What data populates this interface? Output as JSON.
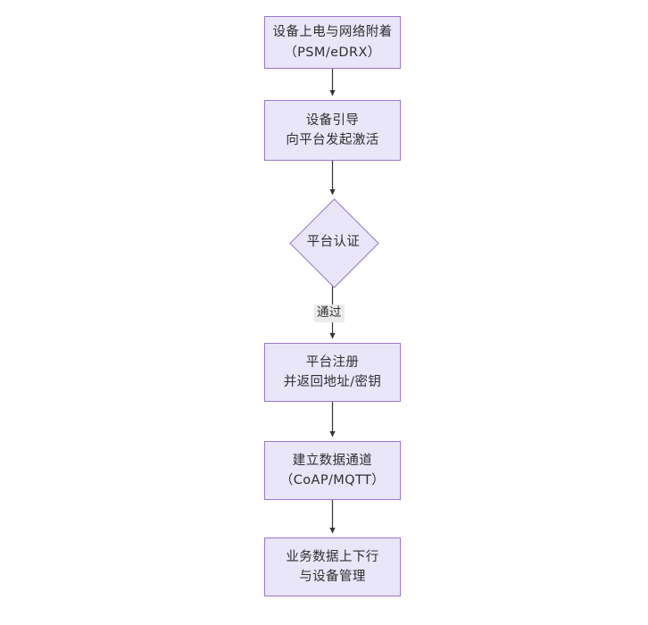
{
  "diagram": {
    "type": "flowchart",
    "orientation": "top-to-bottom",
    "background_color": "#ffffff",
    "node_fill_color": "#e9e6fa",
    "node_border_color": "#9a77cf",
    "edge_color": "#333333",
    "text_color": "#2f2f2f",
    "edge_label_background": "#ebebeb",
    "nodes": [
      {
        "id": "n1",
        "shape": "rectangle",
        "line1": "设备上电与网络附着",
        "line2": "（PSM/eDRX）"
      },
      {
        "id": "n2",
        "shape": "rectangle",
        "line1": "设备引导",
        "line2": "向平台发起激活"
      },
      {
        "id": "n3",
        "shape": "diamond",
        "line1": "平台认证",
        "line2": ""
      },
      {
        "id": "n4",
        "shape": "rectangle",
        "line1": "平台注册",
        "line2": "并返回地址/密钥"
      },
      {
        "id": "n5",
        "shape": "rectangle",
        "line1": "建立数据通道",
        "line2": "（CoAP/MQTT）"
      },
      {
        "id": "n6",
        "shape": "rectangle",
        "line1": "业务数据上下行",
        "line2": "与设备管理"
      }
    ],
    "edges": [
      {
        "id": "e1",
        "from": "n1",
        "to": "n2",
        "label": ""
      },
      {
        "id": "e2",
        "from": "n2",
        "to": "n3",
        "label": ""
      },
      {
        "id": "e3",
        "from": "n3",
        "to": "n4",
        "label": "通过"
      },
      {
        "id": "e4",
        "from": "n4",
        "to": "n5",
        "label": ""
      },
      {
        "id": "e5",
        "from": "n5",
        "to": "n6",
        "label": ""
      }
    ]
  }
}
